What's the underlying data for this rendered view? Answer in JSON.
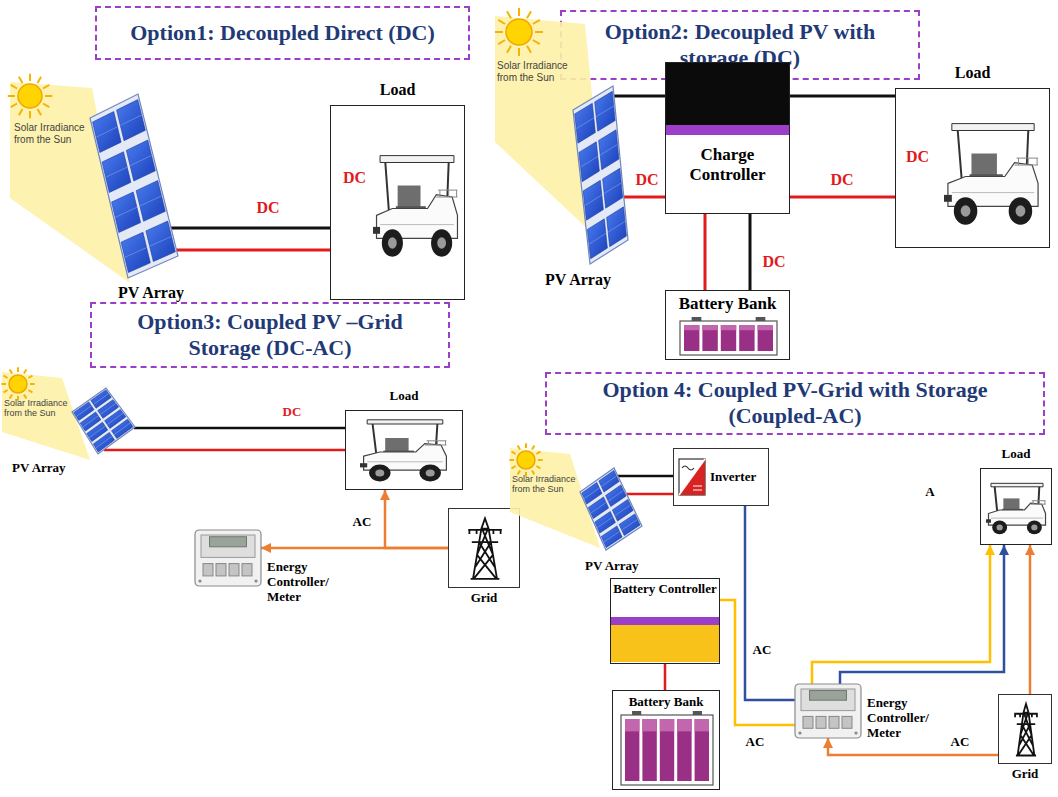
{
  "diagram": {
    "nodes": [
      {
        "text": [
          "Option1: Decoupled Direct (DC)"
        ]
      },
      {
        "text": [
          "Solar Irradiance from the Sun",
          "PV Array"
        ]
      },
      {
        "text": [
          "Load",
          "DC"
        ]
      },
      {
        "text": [
          "Option2: Decoupled PV with storage (DC)"
        ]
      },
      {
        "text": [
          "Solar Irradiance from the Sun",
          "PV Array"
        ]
      },
      {
        "text": [
          "Charge Controller"
        ]
      },
      {
        "text": [
          "Load",
          "DC"
        ]
      },
      {
        "text": [
          "Battery Bank"
        ]
      },
      {
        "text": [
          "Option3: Coupled PV –Grid Storage (DC-AC)"
        ]
      },
      {
        "text": [
          "Solar Irradiance from the Sun",
          "PV Array"
        ]
      },
      {
        "text": [
          "Load"
        ]
      },
      {
        "text": [
          "Energy Controller/ Meter"
        ]
      },
      {
        "text": [
          "Grid"
        ]
      },
      {
        "text": [
          "Option 4: Coupled PV-Grid with Storage (Coupled-AC)"
        ]
      },
      {
        "text": [
          "Solar Irradiance from the Sun",
          "PV Array"
        ]
      },
      {
        "text": [
          "Inverter"
        ]
      },
      {
        "text": [
          "Battery Controller"
        ]
      },
      {
        "text": [
          "Battery Bank"
        ]
      },
      {
        "text": [
          "Energy Controller/ Meter"
        ]
      },
      {
        "text": [
          "Load"
        ]
      },
      {
        "text": [
          "Grid"
        ]
      }
    ],
    "edges": [
      {
        "from": 1,
        "to": 2,
        "arrow": "none"
      },
      {
        "from": 1,
        "to": 2,
        "label": "DC",
        "arrow": "none"
      },
      {
        "from": 4,
        "to": 5,
        "arrow": "none"
      },
      {
        "from": 4,
        "to": 5,
        "label": "DC",
        "arrow": "none"
      },
      {
        "from": 5,
        "to": 6,
        "arrow": "none"
      },
      {
        "from": 5,
        "to": 6,
        "label": "DC",
        "arrow": "none"
      },
      {
        "from": 5,
        "to": 7,
        "arrow": "none"
      },
      {
        "from": 5,
        "to": 7,
        "label": "DC",
        "arrow": "none"
      },
      {
        "from": 9,
        "to": 10,
        "arrow": "none"
      },
      {
        "from": 9,
        "to": 10,
        "label": "DC",
        "arrow": "none"
      },
      {
        "from": 12,
        "to": 11,
        "arrow": "to"
      },
      {
        "from": 12,
        "to": 10,
        "label": "AC",
        "arrow": "to"
      },
      {
        "from": 14,
        "to": 15,
        "arrow": "none"
      },
      {
        "from": 14,
        "to": 15,
        "arrow": "none"
      },
      {
        "from": 15,
        "to": 18,
        "label": "AC",
        "arrow": "none"
      },
      {
        "from": 16,
        "to": 18,
        "label": "AC",
        "arrow": "none"
      },
      {
        "from": 16,
        "to": 17,
        "arrow": "none"
      },
      {
        "from": 18,
        "to": 19,
        "arrow": "to"
      },
      {
        "from": 18,
        "to": 19,
        "arrow": "to"
      },
      {
        "from": 20,
        "to": 19,
        "arrow": "to"
      },
      {
        "from": 20,
        "to": 18,
        "label": "AC",
        "arrow": "to"
      }
    ],
    "labels": [
      "A"
    ]
  }
}
